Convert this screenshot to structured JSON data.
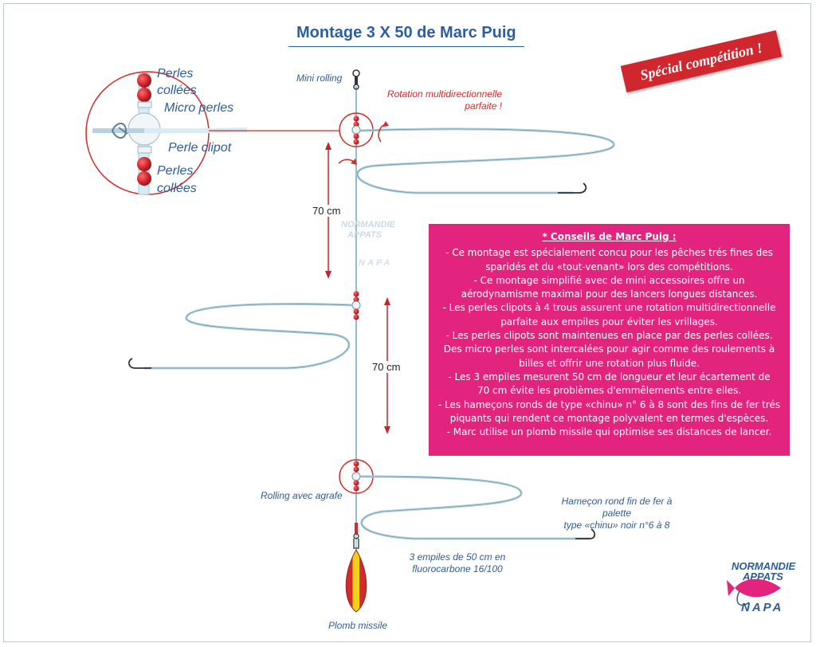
{
  "title": "Montage 3 X 50 de Marc Puig",
  "stamp": "Spécial compétition !",
  "zoom_labels": {
    "perles_collees_top": [
      "Perles",
      "collées"
    ],
    "micro_perles": "Micro perles",
    "perle_clipot": "Perle clipot",
    "perles_collees_bottom": [
      "Perles",
      "collées"
    ]
  },
  "labels": {
    "mini_rolling": "Mini rolling",
    "rotation": [
      "Rotation multidirectionnelle",
      "parfaite !"
    ],
    "rolling_agrafe": "Rolling avec agrafe",
    "hamecon": [
      "Hameçon rond fin de fer à palette",
      "type «chinu» noir n°6 à 8"
    ],
    "empiles": [
      "3 empiles de 50 cm en",
      "fluorocarbone 16/100"
    ],
    "plomb": "Plomb missile"
  },
  "distances": [
    "70 cm",
    "70 cm"
  ],
  "advice": {
    "heading": "* Conseils de Marc Puig :",
    "lines": [
      "- Ce montage est spécialement concu pour les pêches trés fines des",
      "sparidés et du «tout-venant» lors des compétitions.",
      "- Ce montage simplifié avec de mini accessoires offre un",
      "aérodynamisme maximal pour des lancers longues distances.",
      "- Les perles clipots à 4 trous assurent une rotation multidirectionnelle",
      "parfaite aux empiles pour éviter les vrillages.",
      "- Les perles clipots sont maintenues en place par des perles collées.",
      "Des micro perles sont intercalées pour agir comme des roulements à",
      "billes et offrir une rotation plus fluide.",
      "- Les 3 empiles mesurent 50 cm de longueur et leur écartement de",
      "70 cm évite les problèmes d'emmêlements entre elles.",
      "- Les hameçons ronds de type «chinu» n° 6 à  8 sont des fins de fer trés",
      "piquants qui rendent ce montage polyvalent en termes d'espèces.",
      "- Marc utilise un plomb missile qui optimise ses distances de lancer."
    ]
  },
  "brand": {
    "line1": "NORMANDIE",
    "line2": "APPATS",
    "mark": "NAPA"
  },
  "colors": {
    "title": "#2a5ea6",
    "labels": "#2d5c98",
    "accent_red": "#d62a2a",
    "advice_bg": "#e2247e",
    "line": "#6fa9c6",
    "bead": "#d0262d"
  }
}
